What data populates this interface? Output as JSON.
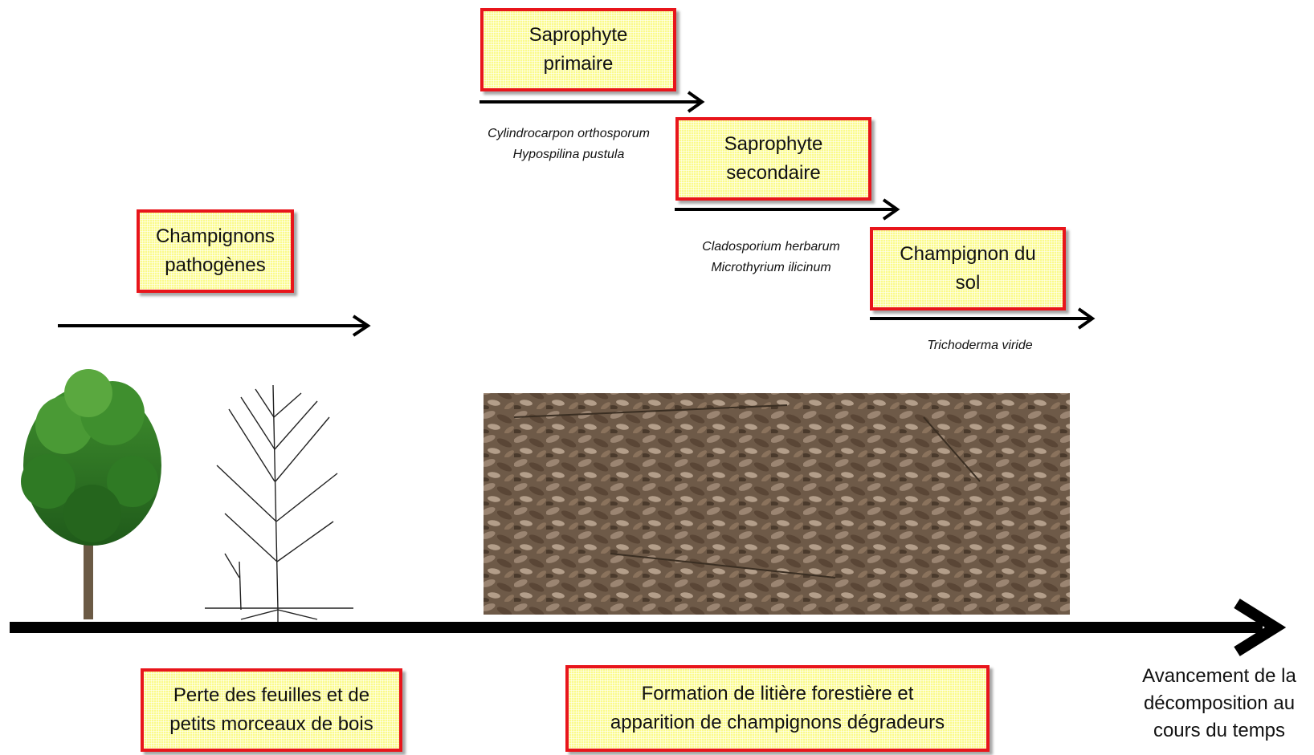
{
  "stages": [
    {
      "line1": "Saprophyte",
      "line2": "primaire",
      "species": [
        "Cylindrocarpon orthosporum",
        "Hypospilina pustula"
      ]
    },
    {
      "line1": "Saprophyte",
      "line2": "secondaire",
      "species": [
        "Cladosporium herbarum",
        "Microthyrium ilicinum"
      ]
    },
    {
      "line1": "Champignon du",
      "line2": "sol",
      "species": [
        "Trichoderma viride"
      ]
    },
    {
      "line1": "Champignons",
      "line2": "pathogènes",
      "species": []
    }
  ],
  "bottom_boxes": [
    {
      "line1": "Perte des feuilles et de",
      "line2": "petits morceaux de bois"
    },
    {
      "line1": "Formation de litière forestière et",
      "line2": "apparition de champignons dégradeurs"
    }
  ],
  "axis_caption": [
    "Avancement de la",
    "décomposition au",
    "cours du temps"
  ],
  "images": {
    "tree_green": "green-leafy-tree",
    "tree_bare": "bare-tree-with-roots",
    "litter": "forest-floor-leaf-litter-photo"
  },
  "colors": {
    "box_border": "#e8151b",
    "box_fill": "#fbfb8a",
    "arrow": "#000000"
  }
}
